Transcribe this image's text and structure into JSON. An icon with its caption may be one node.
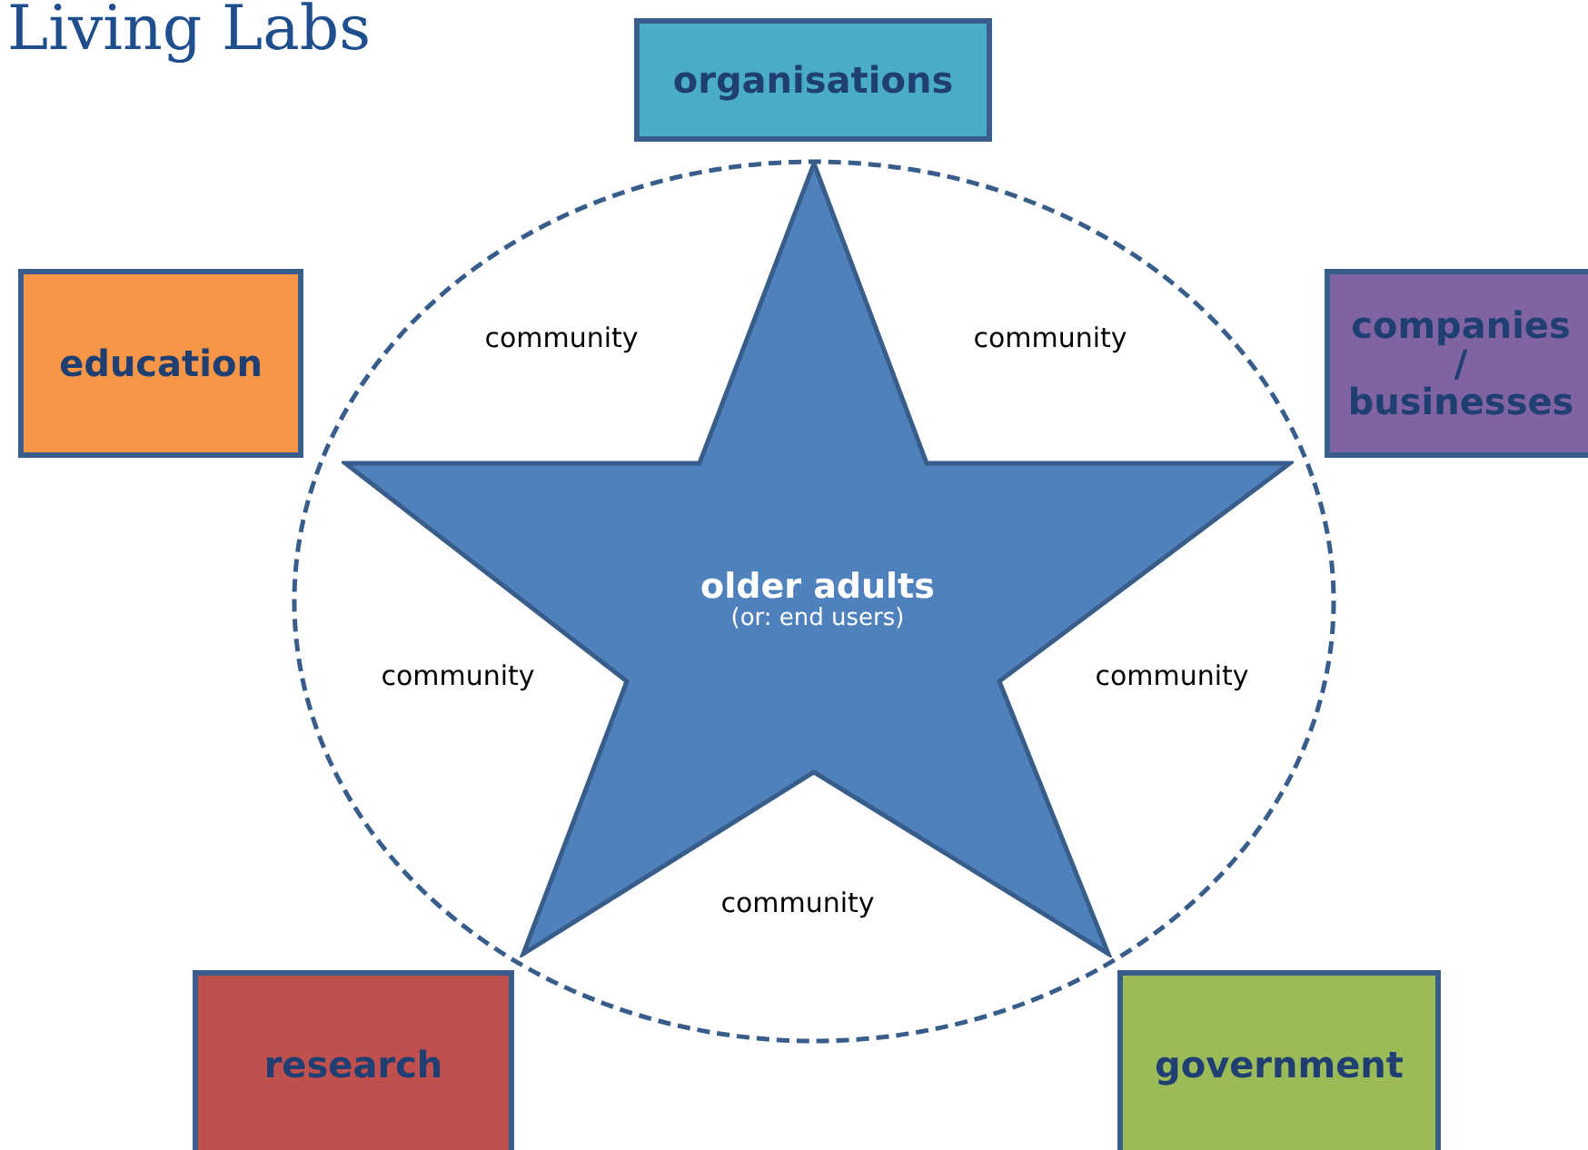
{
  "diagram": {
    "title": "Living Labs",
    "nodes": [
      {
        "text": [
          "organisations"
        ]
      },
      {
        "text": [
          "education"
        ]
      },
      {
        "text": [
          "companies / businesses"
        ]
      },
      {
        "text": [],
        "shape": "ellipse"
      },
      {
        "text": [
          "older adults",
          "(or: end users)"
        ],
        "in": 3
      },
      {
        "text": [
          "research"
        ]
      },
      {
        "text": [
          "government"
        ]
      }
    ],
    "labels": [
      "community",
      "community",
      "community",
      "community",
      "community"
    ]
  }
}
